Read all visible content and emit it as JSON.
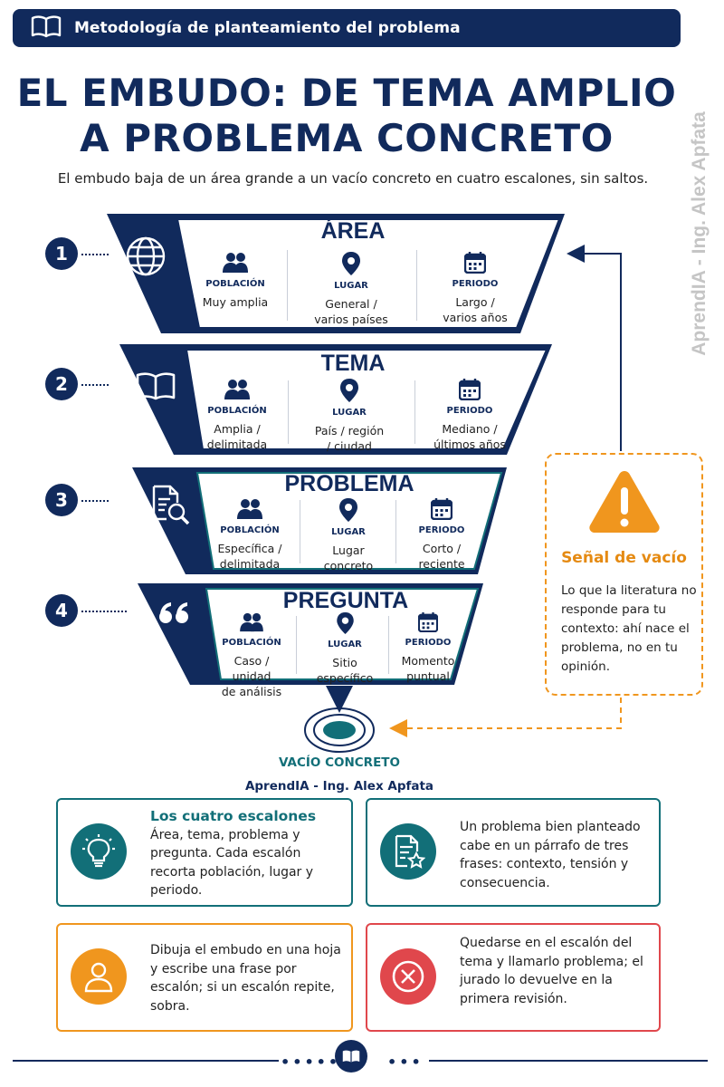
{
  "header": {
    "label": "Metodología de planteamiento del problema",
    "icon": "open-book-icon"
  },
  "title": {
    "line1": "EL EMBUDO: DE TEMA AMPLIO",
    "line2": "A PROBLEMA CONCRETO"
  },
  "subtitle": "El embudo baja de un área grande a un vacío concreto en cuatro escalones, sin saltos.",
  "watermark": "AprendIA - Ing. Alex Apfata",
  "colors": {
    "navy": "#112a5c",
    "teal": "#126f78",
    "orange": "#f0961e",
    "red": "#e0474c"
  },
  "funnel": [
    {
      "step": "1",
      "title": "ÁREA",
      "icon": "globe-icon",
      "poblacion_label": "POBLACIÓN",
      "poblacion_value": "Muy amplia",
      "lugar_label": "LUGAR",
      "lugar_value": "General  /\nvarios países",
      "periodo_label": "PERIODO",
      "periodo_value": "Largo /\nvarios años"
    },
    {
      "step": "2",
      "title": "TEMA",
      "icon": "open-book-icon",
      "poblacion_label": "POBLACIÓN",
      "poblacion_value": "Amplia /\ndelimitada",
      "lugar_label": "LUGAR",
      "lugar_value": "País / región\n/ ciudad",
      "periodo_label": "PERIODO",
      "periodo_value": "Mediano /\núltimos años"
    },
    {
      "step": "3",
      "title": "PROBLEMA",
      "icon": "document-search-icon",
      "poblacion_label": "POBLACIÓN",
      "poblacion_value": "Específica /\ndelimitada",
      "lugar_label": "LUGAR",
      "lugar_value": "Lugar\nconcreto",
      "periodo_label": "PERIODO",
      "periodo_value": "Corto /\nreciente"
    },
    {
      "step": "4",
      "title": "PREGUNTA",
      "icon": "quote-icon",
      "poblacion_label": "POBLACIÓN",
      "poblacion_value": "Caso / unidad\nde análisis",
      "lugar_label": "LUGAR",
      "lugar_value": "Sitio\nespecífico",
      "periodo_label": "PERIODO",
      "periodo_value": "Momento\npuntual"
    }
  ],
  "alert": {
    "title": "Señal de vacío",
    "body": "Lo que la literatura no responde para tu contexto: ahí nace el problema, no en tu opinión.",
    "icon": "warning-triangle-icon"
  },
  "target": {
    "label": "VACÍO CONCRETO",
    "icon": "target-icon"
  },
  "credit": "AprendIA - Ing. Alex Apfata",
  "cards": [
    {
      "heading": "Los cuatro escalones",
      "text": "Área, tema, problema y pregunta. Cada escalón recorta población, lugar y periodo.",
      "icon": "lightbulb-icon"
    },
    {
      "text": "Un problema bien planteado cabe en un párrafo de tres frases: contexto, tensión y consecuencia.",
      "icon": "document-star-icon"
    },
    {
      "text": "Dibuja el embudo en una hoja y escribe una frase por escalón; si un escalón repite, sobra.",
      "icon": "user-icon"
    },
    {
      "text": "Quedarse en el escalón del tema y llamarlo problema; el jurado lo devuelve en la primera revisión.",
      "icon": "close-circle-icon"
    }
  ],
  "footer": {
    "icon": "open-book-icon",
    "dots_left": "•••••",
    "dots_right": "•••"
  }
}
